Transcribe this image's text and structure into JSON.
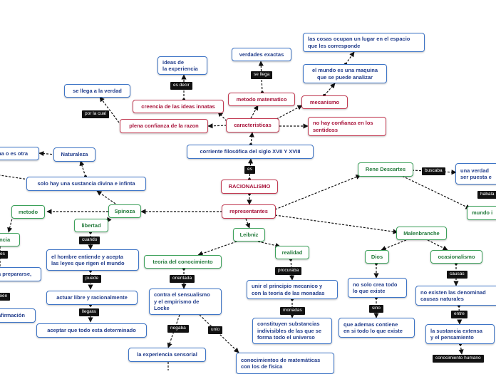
{
  "nodes": {
    "racionalismo": "RACIONALISMO",
    "corriente": "corriente filosófica del siglo XVII Y XVIII",
    "caracteristicas": "caracteristicas",
    "metodo_matematico": "metodo matematico",
    "verdades_exactas": "verdades exactas",
    "mecanismo": "mecanismo",
    "mundo_maquina": "el mundo es una maquina\nque se puede analizar",
    "cosas_lugar": "las cosas ocupan un lugar en el espacio\nque les corresponde",
    "no_confianza": "no hay confianza en los\nsentidoss",
    "creencia": "creencia de las ideas innatas",
    "ideas_experiencia": "ideas de\nla experiencia",
    "plena_confianza": "plena confianza de la razon",
    "se_llega": "se llega a la verdad",
    "representantes": "representantes",
    "rene": "Rene Descartes",
    "una_verdad": "una verdad\nser puesta e",
    "mundo_right": "mundo i",
    "malenbranche": "Malenbranche",
    "dios": "Dios",
    "ocasionalismo": "ocasionalismo",
    "no_solo": "no solo crea todo\nlo que existe",
    "que_ademas": "que ademas contiene\nen si todo lo que existe",
    "no_existen": "no existen las denominad\ncausas naturales",
    "sustancia_extensa": "la sustancia extensa\ny el pensamiento",
    "leibniz": "Leibniz",
    "realidad": "realidad",
    "unir": "unir el principio mecanico y\ncon la teoria de las monadas",
    "constituyen": "constituyen substancias\nindivisibles de las que se\nforma todo el universo",
    "teoria": "teoria del conocimiento",
    "contra": "contra el sensualismo\ny el empirismo de\nLocke",
    "experiencia_sensorial": "la experiencia sensorial",
    "conocimientos": "conocimientos de matemáticas\ncon los de física",
    "spinoza": "Spinoza",
    "metodo": "metodo",
    "libertad": "libertad",
    "el_hombre": "el hombre entiende y acepta\nlas leyes que rigen el mundo",
    "actuar": "actuar libre y racionalmente",
    "aceptar": "aceptar que todo esta determinado",
    "naturaleza": "Naturaleza",
    "solo_hay": "solo hay una sustancia divina e infinta",
    "na_o_otra": "na o es otra",
    "encia": "encia",
    "prepararse": "a prepararse,",
    "afirmacion": "afirmación"
  },
  "connectors": {
    "es": "es",
    "se_llega": "se llega",
    "es_decir": "es decir",
    "por_la_cual": "por la cual",
    "buscaba": "buscaba",
    "habala": "habala",
    "causas": "causas",
    "entre": "entre",
    "sino": "sino",
    "conocimiento_humano": "conocimiento humano",
    "procuraba": "procuraba",
    "monadas": "monadas",
    "orientada": "orientada",
    "negaba": "negaba",
    "unio": "unio",
    "cuando": "cuando",
    "puede": "puede",
    "llegara": "llegara",
    "es_left": "es",
    "bien": "bién"
  },
  "colors": {
    "blue": "#3d74c6",
    "red": "#c23a52",
    "green": "#3ca15a",
    "connector": "#111111",
    "edge": "#111111"
  }
}
